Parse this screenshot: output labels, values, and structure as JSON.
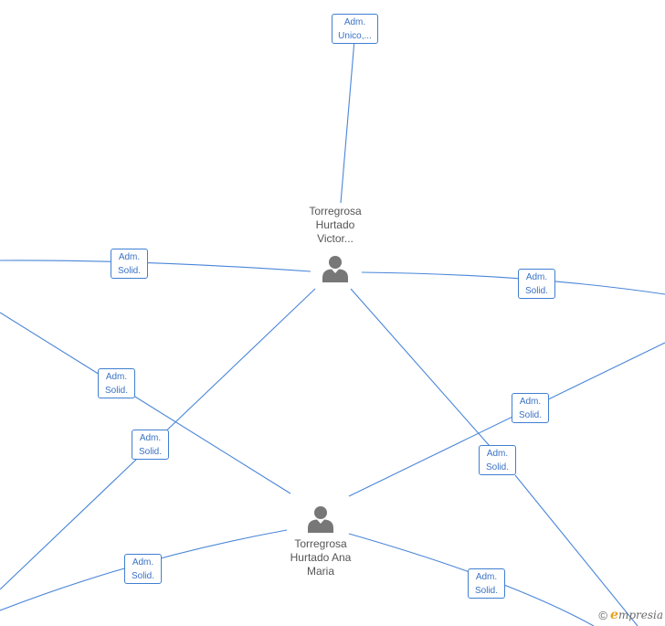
{
  "people": [
    {
      "id": "victor",
      "name_lines": [
        "Torregrosa",
        "Hurtado",
        "Victor..."
      ]
    },
    {
      "id": "ana",
      "name_lines": [
        "Torregrosa",
        "Hurtado Ana",
        "Maria"
      ]
    }
  ],
  "relations": [
    {
      "id": "r1",
      "lines": [
        "Adm.",
        "Unico,..."
      ]
    },
    {
      "id": "r2",
      "lines": [
        "Adm.",
        "Solid."
      ]
    },
    {
      "id": "r3",
      "lines": [
        "Adm.",
        "Solid."
      ]
    },
    {
      "id": "r4",
      "lines": [
        "Adm.",
        "Solid."
      ]
    },
    {
      "id": "r5",
      "lines": [
        "Adm.",
        "Solid."
      ]
    },
    {
      "id": "r6",
      "lines": [
        "Adm.",
        "Solid."
      ]
    },
    {
      "id": "r7",
      "lines": [
        "Adm.",
        "Solid."
      ]
    },
    {
      "id": "r8",
      "lines": [
        "Adm.",
        "Solid."
      ]
    },
    {
      "id": "r9",
      "lines": [
        "Adm.",
        "Solid."
      ]
    }
  ],
  "credit": {
    "symbol": "©",
    "brand_initial": "e",
    "brand_rest": "mpresia"
  },
  "colors": {
    "edge": "#4a86d8",
    "label_border": "#3f7fd1",
    "label_text": "#3a72c4",
    "person_icon": "#777777"
  }
}
